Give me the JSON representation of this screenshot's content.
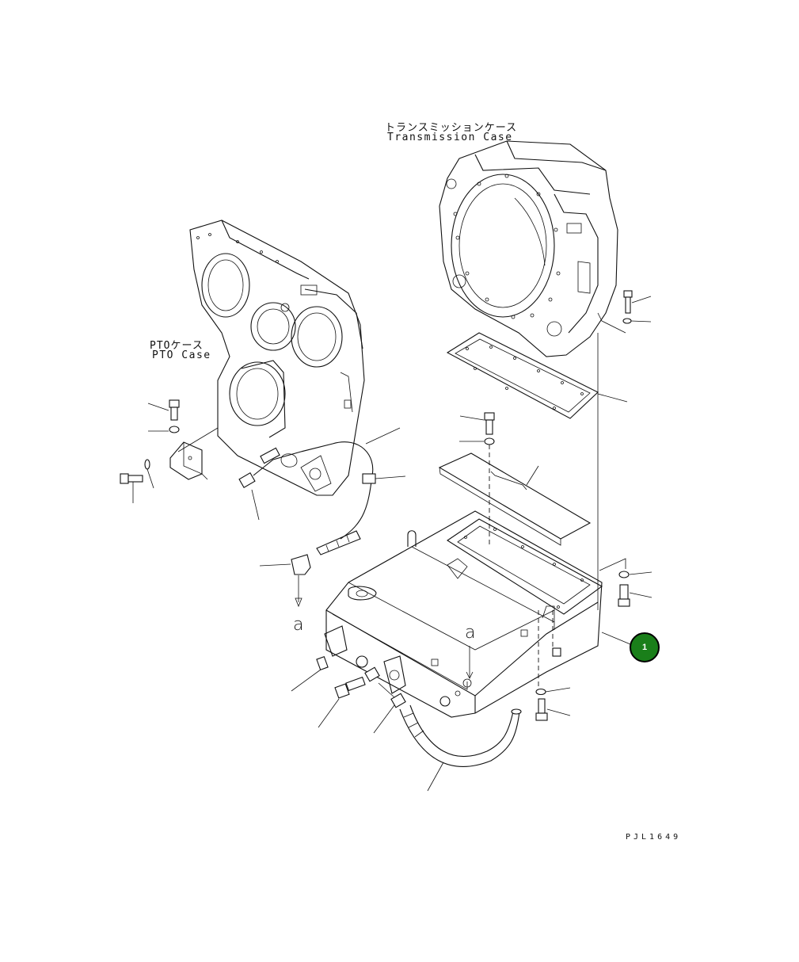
{
  "labels": {
    "transmission_case_ja": "トランスミッションケース",
    "transmission_case_en": "Transmission Case",
    "pto_case_ja": "PTOケース",
    "pto_case_en": "PTO Case",
    "section_mark_a": "a",
    "drawing_code": "PJL1649"
  },
  "callouts": [
    {
      "number": "1",
      "color": "#1a7f1a"
    }
  ]
}
